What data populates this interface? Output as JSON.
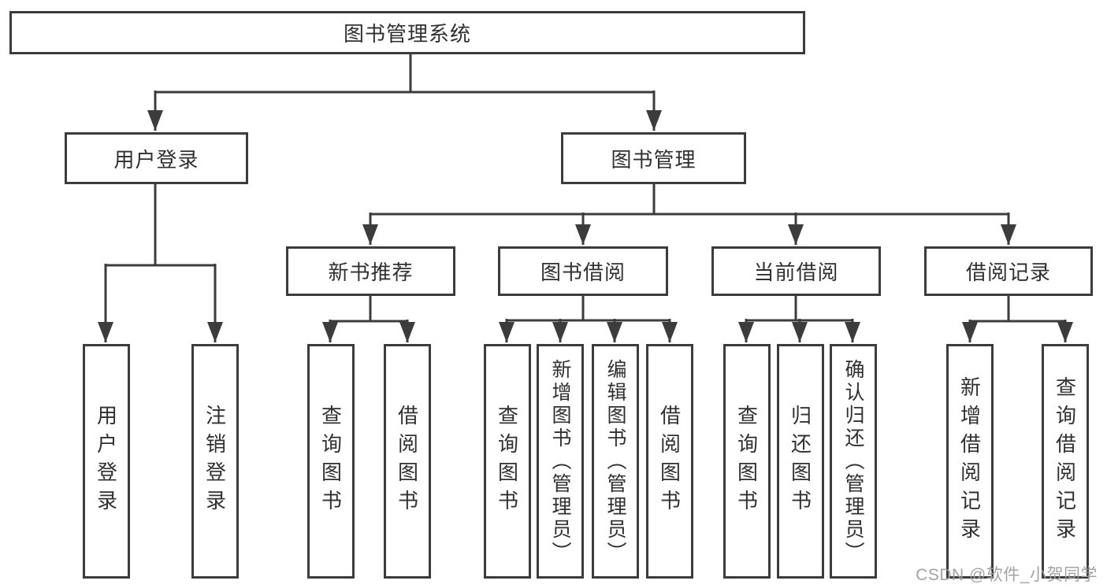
{
  "tree": {
    "label": "图书管理系统",
    "children": [
      {
        "label": "用户登录",
        "children": [
          {
            "label": "用户登录"
          },
          {
            "label": "注销登录"
          }
        ]
      },
      {
        "label": "图书管理",
        "children": [
          {
            "label": "新书推荐",
            "children": [
              {
                "label": "查询图书"
              },
              {
                "label": "借阅图书"
              }
            ]
          },
          {
            "label": "图书借阅",
            "children": [
              {
                "label": "查询图书"
              },
              {
                "label": "新增图书（管理员）"
              },
              {
                "label": "编辑图书（管理员）"
              },
              {
                "label": "借阅图书"
              }
            ]
          },
          {
            "label": "当前借阅",
            "children": [
              {
                "label": "查询图书"
              },
              {
                "label": "归还图书"
              },
              {
                "label": "确认归还（管理员）"
              }
            ]
          },
          {
            "label": "借阅记录",
            "children": [
              {
                "label": "新增借阅记录"
              },
              {
                "label": "查询借阅记录"
              }
            ]
          }
        ]
      }
    ]
  },
  "watermark": "CSDN @软件_小贺同学",
  "colors": {
    "line": "#3c3c3c",
    "text": "#303030",
    "background": "#ffffff",
    "watermark": "#9e9e9e"
  }
}
